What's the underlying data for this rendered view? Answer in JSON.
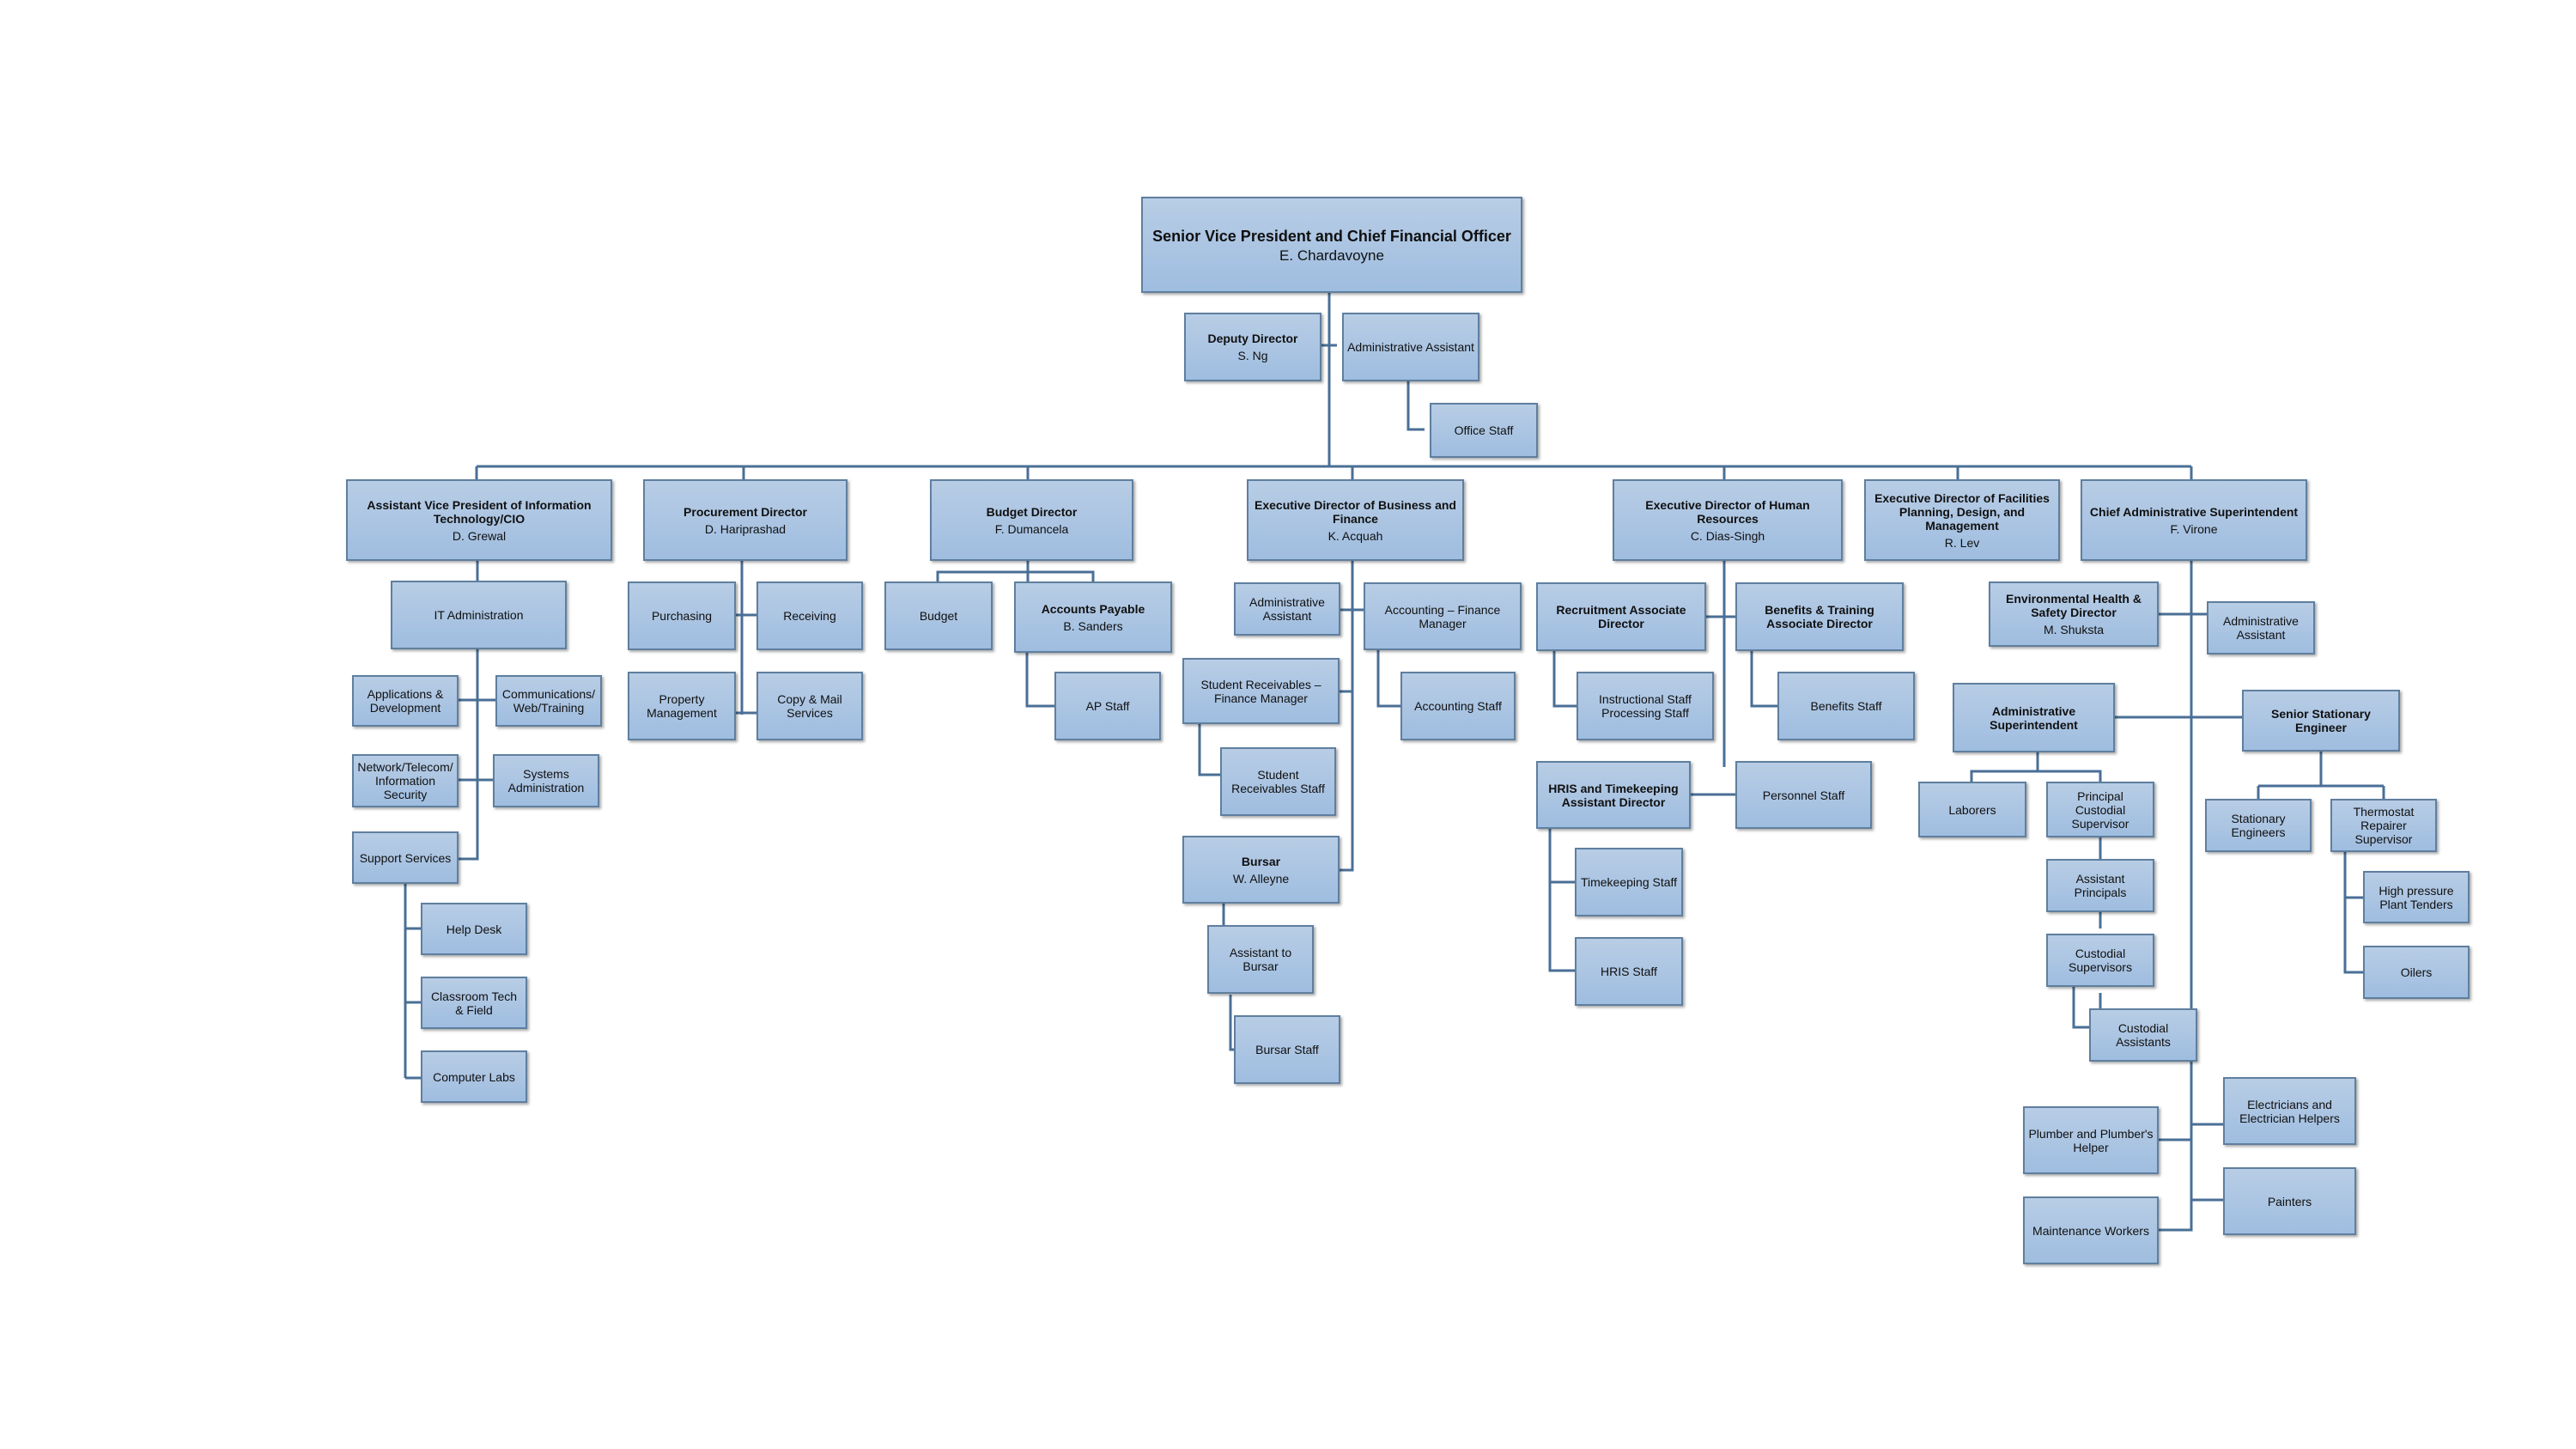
{
  "nodes": {
    "svp": {
      "title": "Senior Vice President and Chief Financial Officer",
      "name": "E. Chardavoyne"
    },
    "deputy": {
      "title": "Deputy Director",
      "name": "S. Ng"
    },
    "admin_asst_top": {
      "title": "Administrative Assistant"
    },
    "office_staff": {
      "title": "Office Staff"
    },
    "avp_it": {
      "title": "Assistant Vice President of Information Technology/CIO",
      "name": "D. Grewal"
    },
    "it_admin": {
      "title": "IT Administration"
    },
    "apps_dev": {
      "title": "Applications & Development"
    },
    "comm_web": {
      "title": "Communications/ Web/Training"
    },
    "network": {
      "title": "Network/Telecom/ Information Security"
    },
    "sys_admin": {
      "title": "Systems Administration"
    },
    "support": {
      "title": "Support Services"
    },
    "help_desk": {
      "title": "Help Desk"
    },
    "classroom": {
      "title": "Classroom Tech & Field"
    },
    "computer_labs": {
      "title": "Computer Labs"
    },
    "procurement": {
      "title": "Procurement Director",
      "name": "D. Hariprashad"
    },
    "purchasing": {
      "title": "Purchasing"
    },
    "receiving": {
      "title": "Receiving"
    },
    "property": {
      "title": "Property Management"
    },
    "copy_mail": {
      "title": "Copy &  Mail Services"
    },
    "budget_dir": {
      "title": "Budget Director",
      "name": "F. Dumancela"
    },
    "budget": {
      "title": "Budget"
    },
    "ap": {
      "title": "Accounts Payable",
      "name": "B. Sanders"
    },
    "ap_staff": {
      "title": "AP Staff"
    },
    "exec_bf": {
      "title": "Executive Director of Business and Finance",
      "name": "K. Acquah"
    },
    "admin_asst_bf": {
      "title": "Administrative Assistant"
    },
    "acct_fin_mgr": {
      "title": "Accounting – Finance Manager"
    },
    "stud_rec_mgr": {
      "title": "Student Receivables – Finance Manager"
    },
    "acct_staff": {
      "title": "Accounting Staff"
    },
    "stud_rec_staff": {
      "title": "Student Receivables Staff"
    },
    "bursar": {
      "title": "Bursar",
      "name": "W. Alleyne"
    },
    "asst_bursar": {
      "title": "Assistant to Bursar"
    },
    "bursar_staff": {
      "title": "Bursar Staff"
    },
    "exec_hr": {
      "title": "Executive Director of Human Resources",
      "name": "C. Dias-Singh"
    },
    "recruit": {
      "title": "Recruitment Associate Director"
    },
    "benefits_dir": {
      "title": "Benefits & Training Associate Director"
    },
    "instr_staff": {
      "title": "Instructional Staff Processing Staff"
    },
    "benefits_staff": {
      "title": "Benefits Staff"
    },
    "hris_dir": {
      "title": "HRIS and Timekeeping Assistant Director"
    },
    "personnel": {
      "title": "Personnel Staff"
    },
    "timekeeping": {
      "title": "Timekeeping Staff"
    },
    "hris_staff": {
      "title": "HRIS Staff"
    },
    "exec_fac": {
      "title": "Executive Director of Facilities Planning, Design, and Management",
      "name": "R. Lev"
    },
    "chief_admin": {
      "title": "Chief Administrative Superintendent",
      "name": "F. Virone"
    },
    "env_health": {
      "title": "Environmental Health & Safety Director",
      "name": "M. Shuksta"
    },
    "admin_asst_ca": {
      "title": "Administrative Assistant"
    },
    "admin_super": {
      "title": "Administrative Superintendent"
    },
    "senior_eng": {
      "title": "Senior Stationary Engineer"
    },
    "laborers": {
      "title": "Laborers"
    },
    "principal_cust": {
      "title": "Principal Custodial Supervisor"
    },
    "stationary_eng": {
      "title": "Stationary Engineers"
    },
    "thermostat": {
      "title": "Thermostat Repairer Supervisor"
    },
    "asst_principals": {
      "title": "Assistant Principals"
    },
    "high_pressure": {
      "title": "High pressure Plant Tenders"
    },
    "cust_supervisors": {
      "title": "Custodial Supervisors"
    },
    "oilers": {
      "title": "Oilers"
    },
    "cust_assistants": {
      "title": "Custodial Assistants"
    },
    "electricians": {
      "title": "Electricians and Electrician Helpers"
    },
    "plumber": {
      "title": "Plumber and Plumber's Helper"
    },
    "painters": {
      "title": "Painters"
    },
    "maintenance": {
      "title": "Maintenance Workers"
    }
  }
}
